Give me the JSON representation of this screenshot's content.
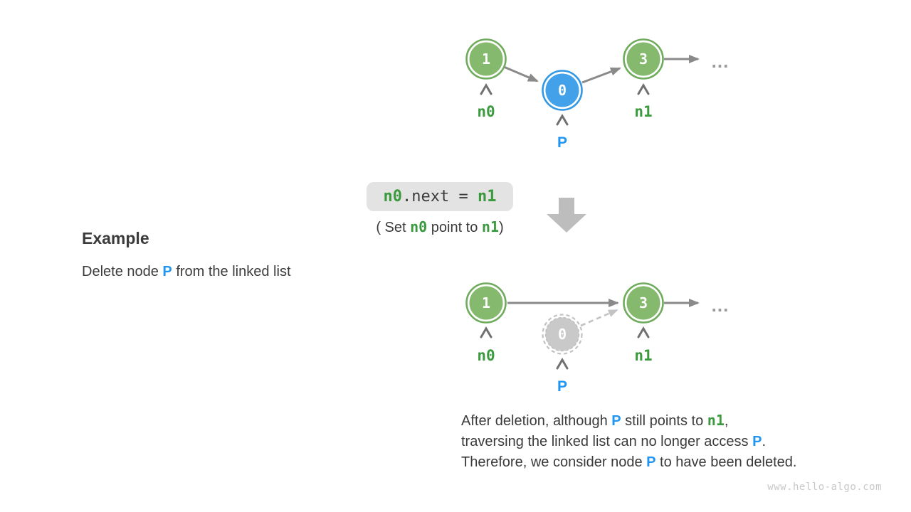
{
  "example": {
    "title": "Example",
    "description": [
      "Delete node ",
      "P",
      " from the linked list"
    ]
  },
  "operation": {
    "code": [
      "n0",
      ".next = ",
      "n1"
    ],
    "caption": [
      "( Set ",
      "n0",
      " point to ",
      "n1",
      ")"
    ]
  },
  "list_before": {
    "nodes": [
      {
        "value": "1",
        "label": "n0"
      },
      {
        "value": "0",
        "label": "P"
      },
      {
        "value": "3",
        "label": "n1"
      }
    ],
    "ellipsis": "..."
  },
  "list_after": {
    "nodes": [
      {
        "value": "1",
        "label": "n0"
      },
      {
        "value": "0",
        "label": "P"
      },
      {
        "value": "3",
        "label": "n1"
      }
    ],
    "ellipsis": "..."
  },
  "conclusion": {
    "line1": [
      "After deletion, although ",
      "P",
      " still points to ",
      "n1",
      ","
    ],
    "line2": [
      "traversing the linked list can no longer access ",
      "P",
      "."
    ],
    "line3": [
      "Therefore, we consider node ",
      "P",
      " to have been deleted."
    ]
  },
  "watermark": "www.hello-algo.com",
  "colors": {
    "node_green_fill": "#85b96e",
    "node_green_border": "#6fab5c",
    "node_blue_fill": "#42a1e8",
    "node_blue_border": "#3398e3",
    "node_gray_fill": "#c9c9c9",
    "text_green": "#3b9a3e",
    "text_blue": "#2095f2",
    "text_dark": "#3b3b3b",
    "arrow_gray": "#8a8a8a",
    "arrow_light_gray": "#c3c3c3",
    "code_box_bg": "#e3e3e3",
    "block_arrow_gray": "#bdbdbd",
    "watermark_gray": "#c8c8c8"
  }
}
